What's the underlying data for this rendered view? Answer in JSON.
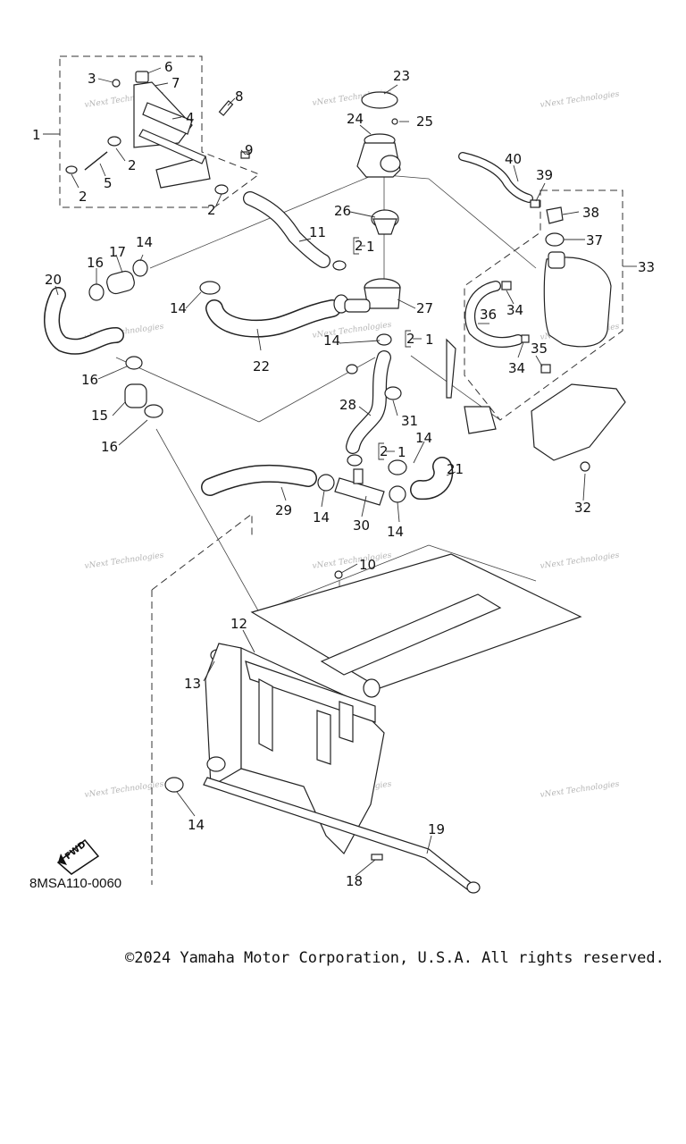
{
  "diagram": {
    "catalog_code": "8MSA110-0060",
    "fwd_label": "FWD",
    "watermark": "vNext Technologies",
    "callouts": [
      "1",
      "2",
      "3",
      "4",
      "5",
      "6",
      "7",
      "8",
      "9",
      "10",
      "11",
      "12",
      "13",
      "14",
      "15",
      "16",
      "17",
      "18",
      "19",
      "20",
      "21",
      "22",
      "23",
      "24",
      "25",
      "26",
      "27",
      "28",
      "29",
      "30",
      "31",
      "32",
      "33",
      "34",
      "35",
      "36",
      "37",
      "38",
      "39",
      "40"
    ],
    "subref_num": "2",
    "subref_suffix": "1"
  },
  "footer": {
    "copyright": "©2024 Yamaha Motor Corporation, U.S.A. All rights reserved."
  }
}
